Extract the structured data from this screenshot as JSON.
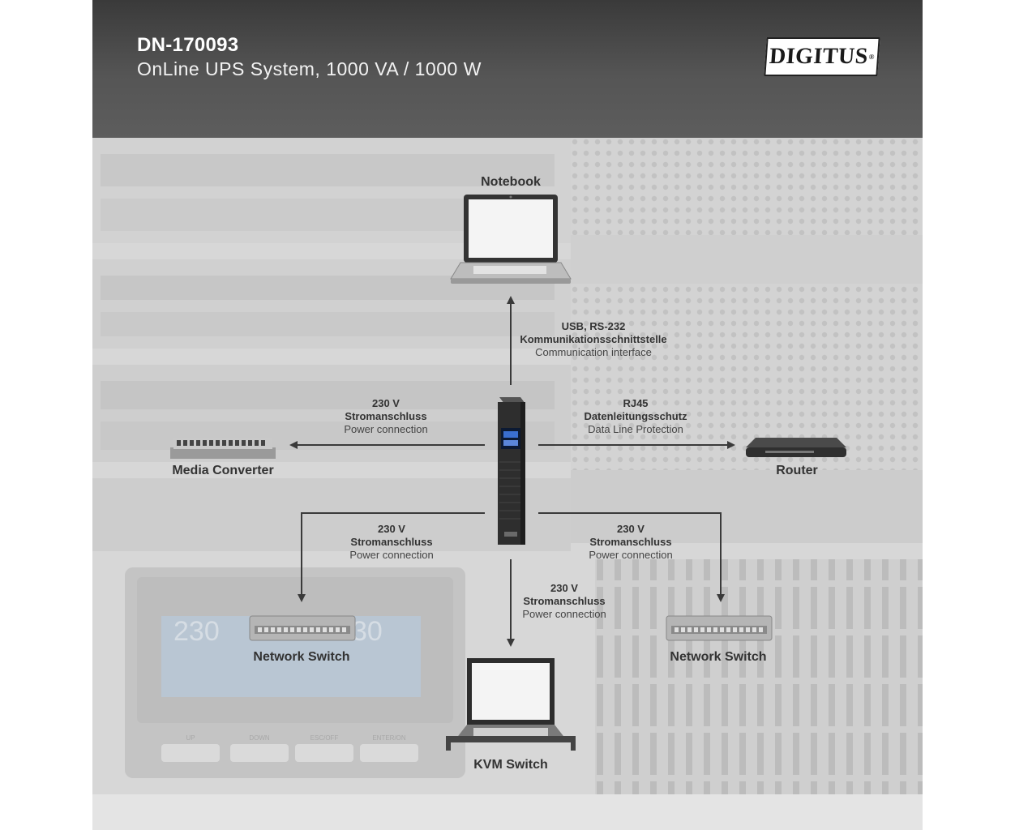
{
  "header": {
    "model": "DN-170093",
    "subtitle": "OnLine UPS System, 1000 VA / 1000 W",
    "logo_text": "DIGITUS",
    "logo_mark": "®"
  },
  "devices": {
    "notebook": "Notebook",
    "media_converter": "Media Converter",
    "router": "Router",
    "network_switch_left": "Network Switch",
    "network_switch_right": "Network Switch",
    "kvm_switch": "KVM Switch"
  },
  "connections": {
    "top": {
      "line1": "USB, RS-232",
      "line2": "Kommunikationsschnittstelle",
      "line3": "Communication interface"
    },
    "left": {
      "line1": "230 V",
      "line2": "Stromanschluss",
      "line3": "Power connection"
    },
    "right": {
      "line1": "RJ45",
      "line2": "Datenleitungsschutz",
      "line3": "Data Line Protection"
    },
    "lower_left": {
      "line1": "230 V",
      "line2": "Stromanschluss",
      "line3": "Power connection"
    },
    "lower_right": {
      "line1": "230 V",
      "line2": "Stromanschluss",
      "line3": "Power connection"
    },
    "bottom": {
      "line1": "230 V",
      "line2": "Stromanschluss",
      "line3": "Power connection"
    }
  },
  "background_panel": {
    "display_left": "230",
    "display_right": "30",
    "buttons": [
      "UP",
      "DOWN",
      "ESC/OFF",
      "ENTER/ON"
    ]
  },
  "colors": {
    "header_bg": "#4a4a4a",
    "background": "#d9d9d9",
    "arrow": "#3a3a3a",
    "text": "#333333"
  }
}
